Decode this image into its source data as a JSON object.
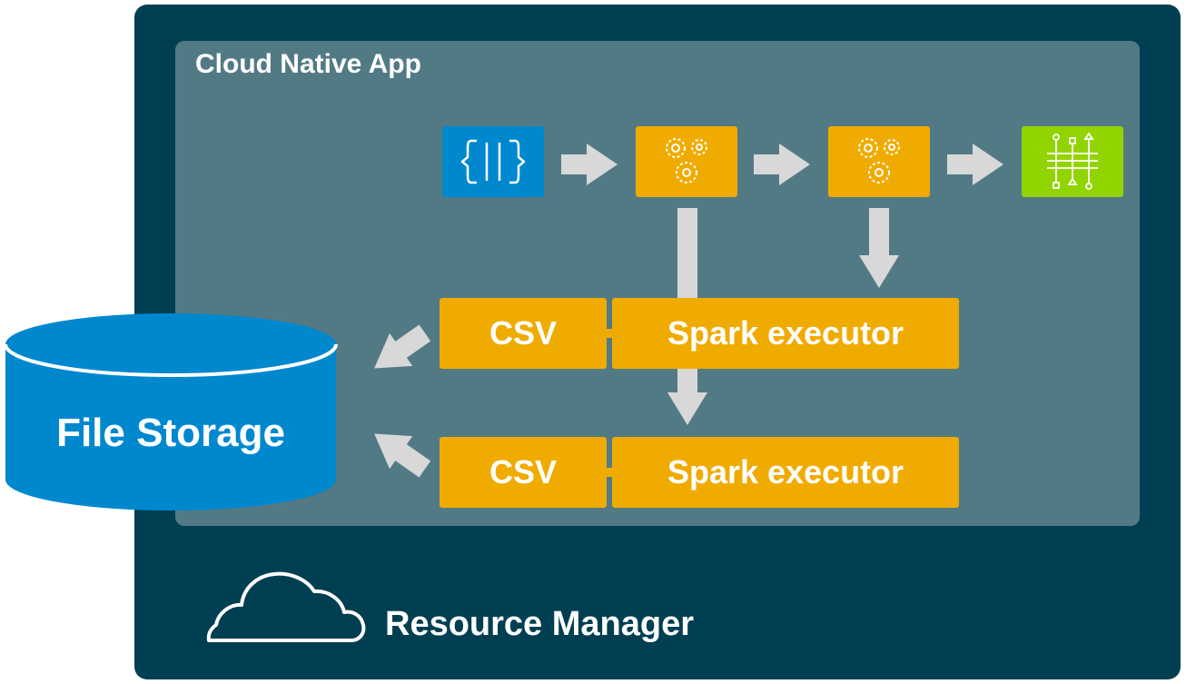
{
  "diagram": {
    "app_title": "Cloud Native App",
    "resource_manager_label": "Resource Manager",
    "file_storage_label": "File Storage",
    "executors": [
      {
        "csv_label": "CSV",
        "executor_label": "Spark executor"
      },
      {
        "csv_label": "CSV",
        "executor_label": "Spark executor"
      }
    ],
    "pipeline": [
      {
        "icon": "code-braces-icon",
        "color": "#0088ce"
      },
      {
        "icon": "gears-icon",
        "color": "#f0ab00"
      },
      {
        "icon": "gears-icon",
        "color": "#f0ab00"
      },
      {
        "icon": "flow-chart-icon",
        "color": "#92d400"
      }
    ]
  }
}
